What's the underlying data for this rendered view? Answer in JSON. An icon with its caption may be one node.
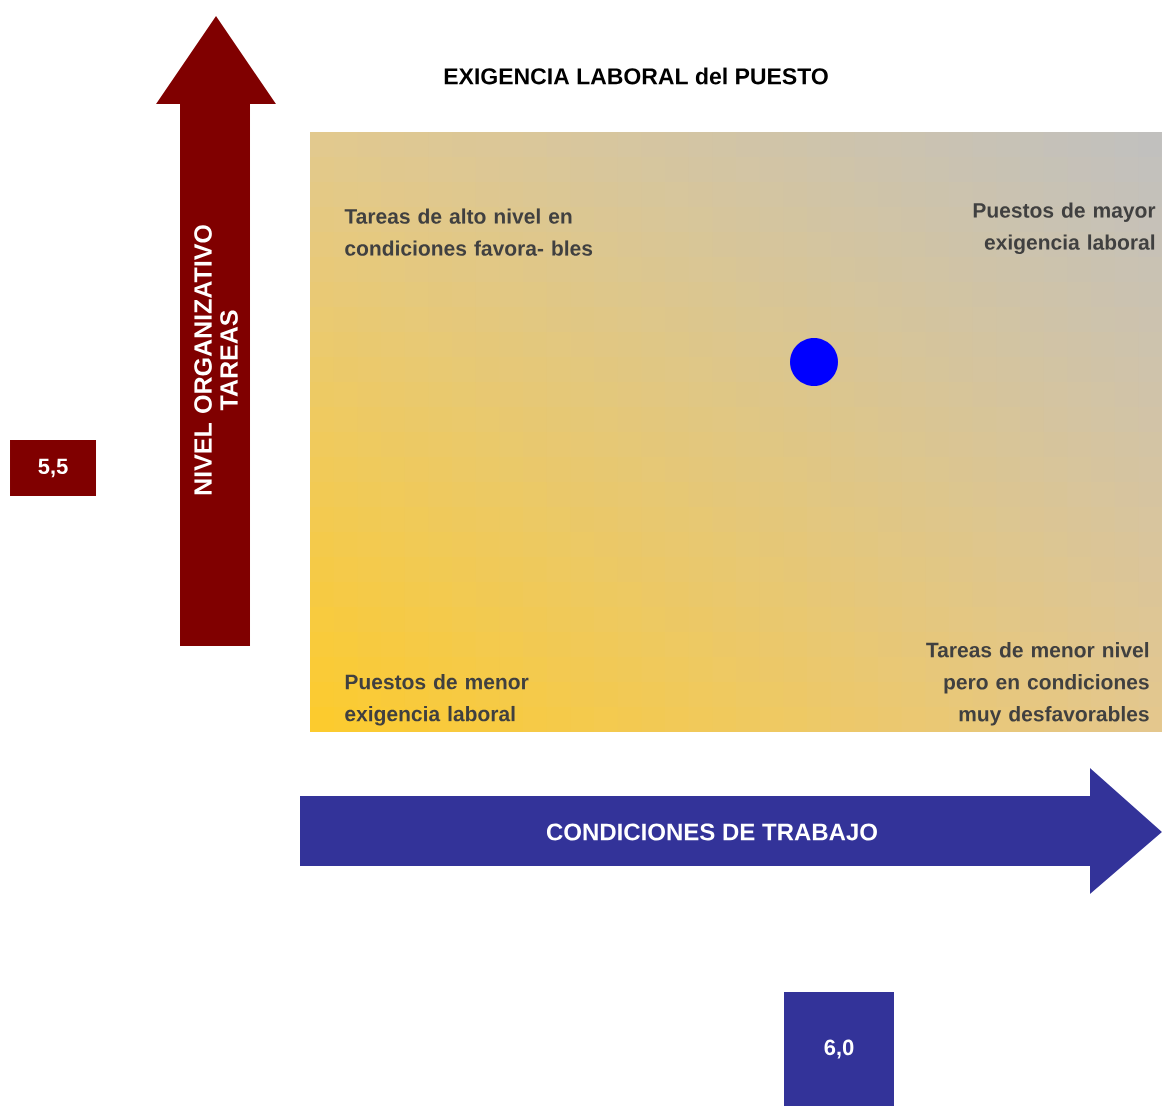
{
  "diagram": {
    "title": "EXIGENCIA LABORAL del PUESTO",
    "nodes": [
      {
        "text": [
          "NIVEL ORGANIZATIVO TAREAS"
        ]
      },
      {
        "text": [
          "5,5"
        ]
      },
      {
        "text": [
          "Tareas de alto nivel en condiciones favora- bles",
          "Puestos de mayor exigencia laboral",
          "Puestos de menor exigencia laboral",
          "Tareas de menor nivel pero en condiciones muy desfavorables"
        ]
      },
      {
        "text": [],
        "shape": "circle",
        "in": 2
      },
      {
        "text": [
          "CONDICIONES DE TRABAJO"
        ]
      },
      {
        "text": [
          "6,0"
        ]
      }
    ],
    "edges": []
  }
}
